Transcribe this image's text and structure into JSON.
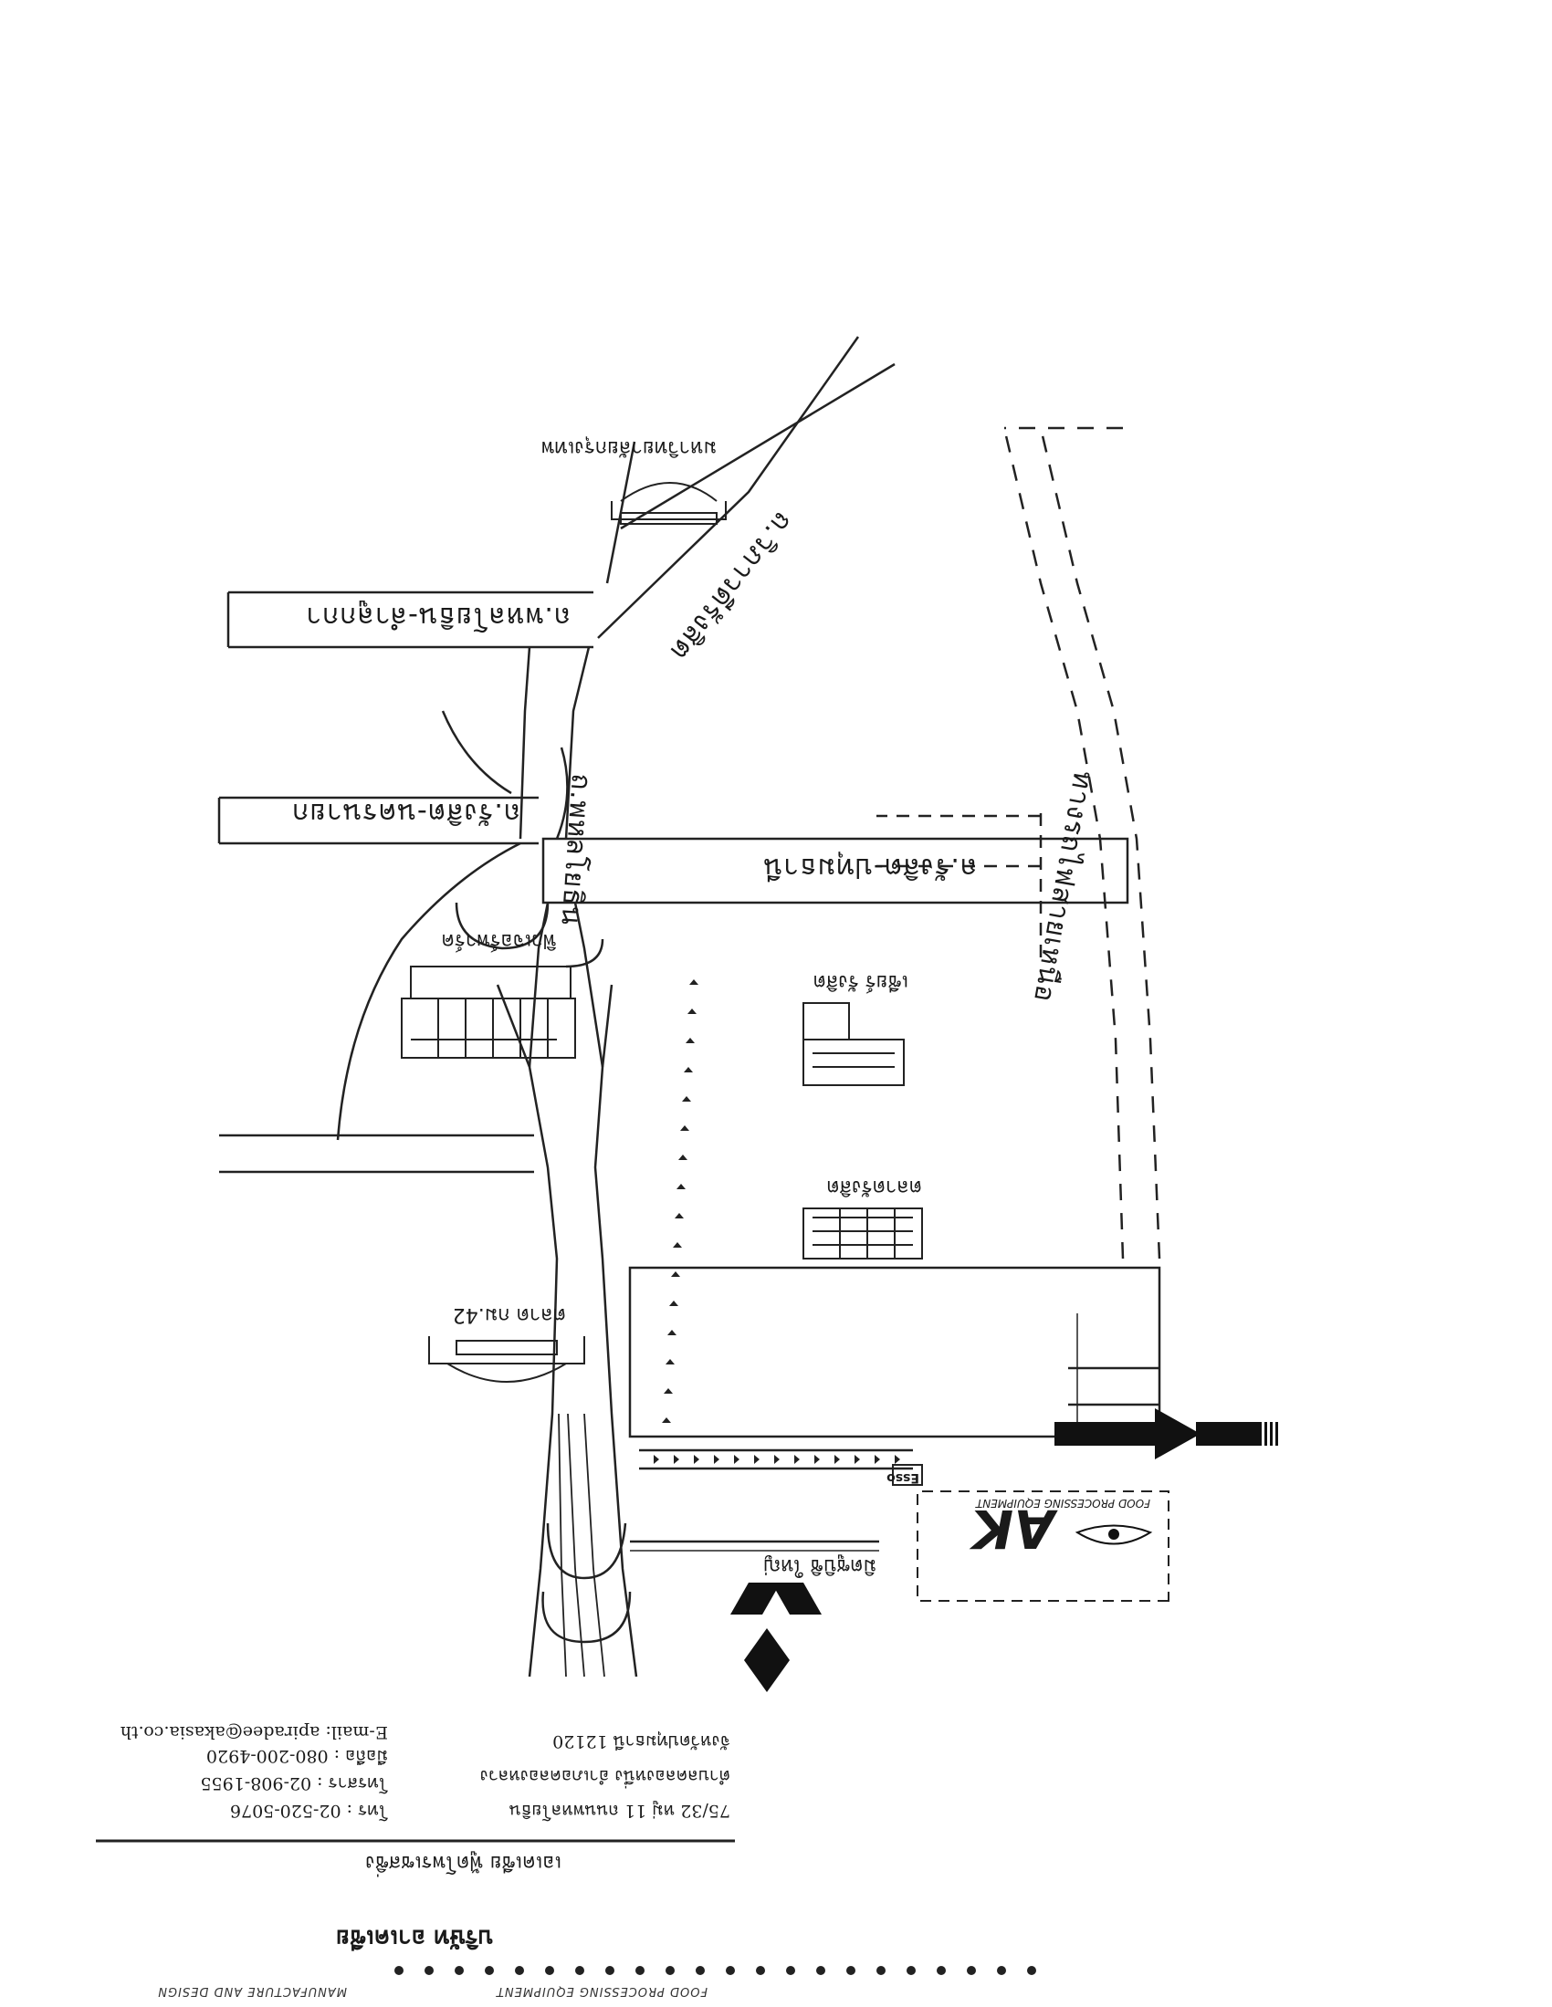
{
  "map": {
    "roads": {
      "phahonyothin_main": "ถ.พหลโยธิน",
      "vibhavadi": "ถ.วิภาวดีรังสิต",
      "rangsit_nakhon_nayok": "ถ.รังสิต-นครนายก",
      "rangsit_pathum_thani": "ถ.รังสิต-ปทุมธานี",
      "phahonyothin_lamlukka": "ถ.พหลโยธิน-ลำลูกกา",
      "railway": "ทางรถไฟสายเหนือ"
    },
    "places": {
      "future_park": "ฟิวเจอร์พาร์ค",
      "zeer_rangsit": "เซียร์ รังสิต",
      "rangsit_market": "ตลาดรังสิต",
      "market_42": "ตลาด กม.42",
      "mitsubishi": "มิตซูบิชิ ใหญ่",
      "bangkok_university": "มหาวิทยาลัยกรุงเทพ",
      "esso": "Esso"
    },
    "logo": {
      "mark": "AK",
      "tagline": "FOOD PROCESSING EQUIPMENT"
    }
  },
  "contact": {
    "company": "บริษัท อาเคเซีย",
    "subtitle": "เอเคเซีย ฟู้ดโพรเซสซิ่ง",
    "address_line1": "75/32 หมู่ 11 ถนนพหลโยธิน",
    "address_line2": "ตำบลคลองหนึ่ง อำเภอคลองหลวง",
    "address_line3": "จังหวัดปทุมธานี 12120",
    "tel": "โทร : 02-520-5076",
    "fax": "โทรสาร : 02-908-1955",
    "mobile": "มือถือ : 080-200-4920",
    "email": "E-mail: apiradee@akasia.co.th"
  },
  "footer": {
    "left": "FOOD PROCESSING EQUIPMENT",
    "right": "MANUFACTURE AND DESIGN"
  }
}
